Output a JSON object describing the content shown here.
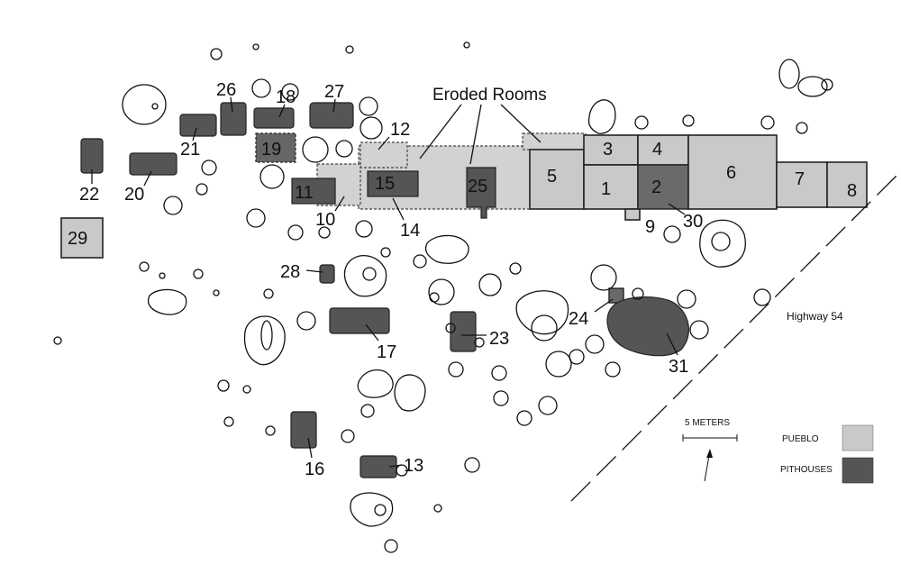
{
  "header": {
    "eroded_label": "Eroded Rooms"
  },
  "rooms": {
    "r1": "1",
    "r2": "2",
    "r3": "3",
    "r4": "4",
    "r5": "5",
    "r6": "6",
    "r7": "7",
    "r8": "8",
    "r9": "9",
    "r10": "10",
    "r11": "11",
    "r12": "12",
    "r13": "13",
    "r14": "14",
    "r15": "15",
    "r16": "16",
    "r17": "17",
    "r18": "18",
    "r19": "19",
    "r20": "20",
    "r21": "21",
    "r22": "22",
    "r23": "23",
    "r24": "24",
    "r25": "25",
    "r26": "26",
    "r27": "27",
    "r28": "28",
    "r29": "29",
    "r30": "30",
    "r31": "31"
  },
  "road": {
    "label": "Highway 54"
  },
  "scale": {
    "label": "5 METERS"
  },
  "legend": {
    "pueblo_label": "PUEBLO",
    "pithouses_label": "PITHOUSES",
    "pueblo_color": "#c9c9c9",
    "pithouses_color": "#555555"
  }
}
